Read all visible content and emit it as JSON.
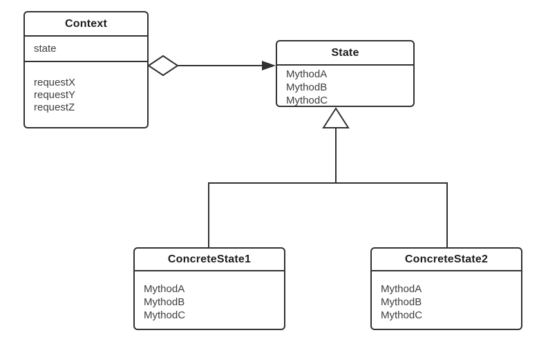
{
  "diagram": {
    "type": "uml-class-diagram",
    "pattern": "State",
    "colors": {
      "line": "#303030",
      "title_text": "#1c1c1c",
      "member_text": "#3d3d3d",
      "background": "#ffffff"
    },
    "classes": [
      {
        "name": "Context",
        "attributes": [
          "state"
        ],
        "methods": [
          "requestX",
          "requestY",
          "requestZ"
        ]
      },
      {
        "name": "State",
        "attributes": [],
        "methods": [
          "MythodA",
          "MythodB",
          "MythodC"
        ]
      },
      {
        "name": "ConcreteState1",
        "attributes": [],
        "methods": [
          "MythodA",
          "MythodB",
          "MythodC"
        ]
      },
      {
        "name": "ConcreteState2",
        "attributes": [],
        "methods": [
          "MythodA",
          "MythodB",
          "MythodC"
        ]
      }
    ],
    "relationships": [
      {
        "type": "aggregation",
        "from": "Context",
        "to": "State",
        "source_marker": "hollow-diamond",
        "target_marker": "filled-arrow"
      },
      {
        "type": "generalization",
        "parent": "State",
        "children": [
          "ConcreteState1",
          "ConcreteState2"
        ],
        "marker": "hollow-triangle"
      }
    ]
  }
}
